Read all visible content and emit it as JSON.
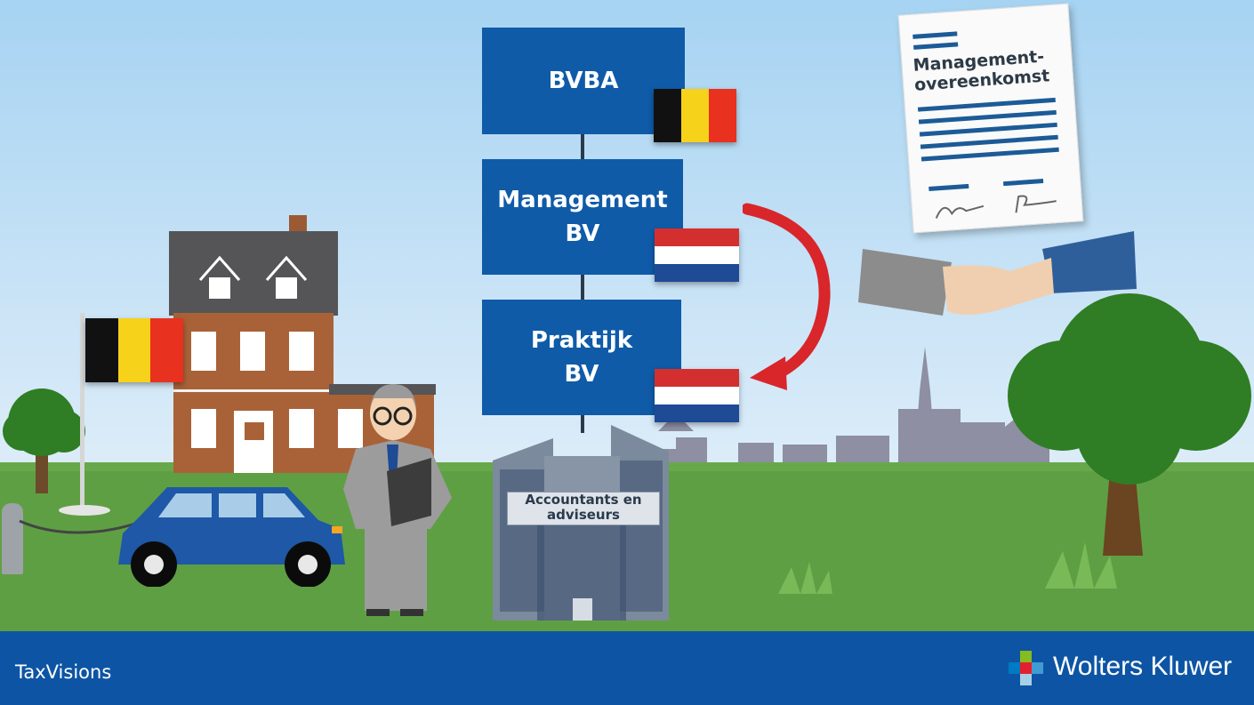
{
  "org_chart": {
    "top_entity": "BVBA",
    "middle_entity_line1": "Management",
    "middle_entity_line2": "BV",
    "bottom_entity_line1": "Praktijk",
    "bottom_entity_line2": "BV",
    "building_sign_line1": "Accountants  en",
    "building_sign_line2": "adviseurs"
  },
  "document": {
    "title_line1": "Management-",
    "title_line2": "overeenkomst"
  },
  "flags": {
    "belgium": [
      "#111111",
      "#f7d21a",
      "#e8321f"
    ],
    "netherlands": [
      "#d42f2f",
      "#ffffff",
      "#1e4a96"
    ]
  },
  "footer": {
    "brand": "TaxVisions",
    "logo_text": "Wolters Kluwer"
  },
  "colors": {
    "box_blue": "#0f5ba8",
    "footer_blue": "#0d55a4",
    "arrow_red": "#d8262b",
    "grass": "#5f9f44"
  }
}
